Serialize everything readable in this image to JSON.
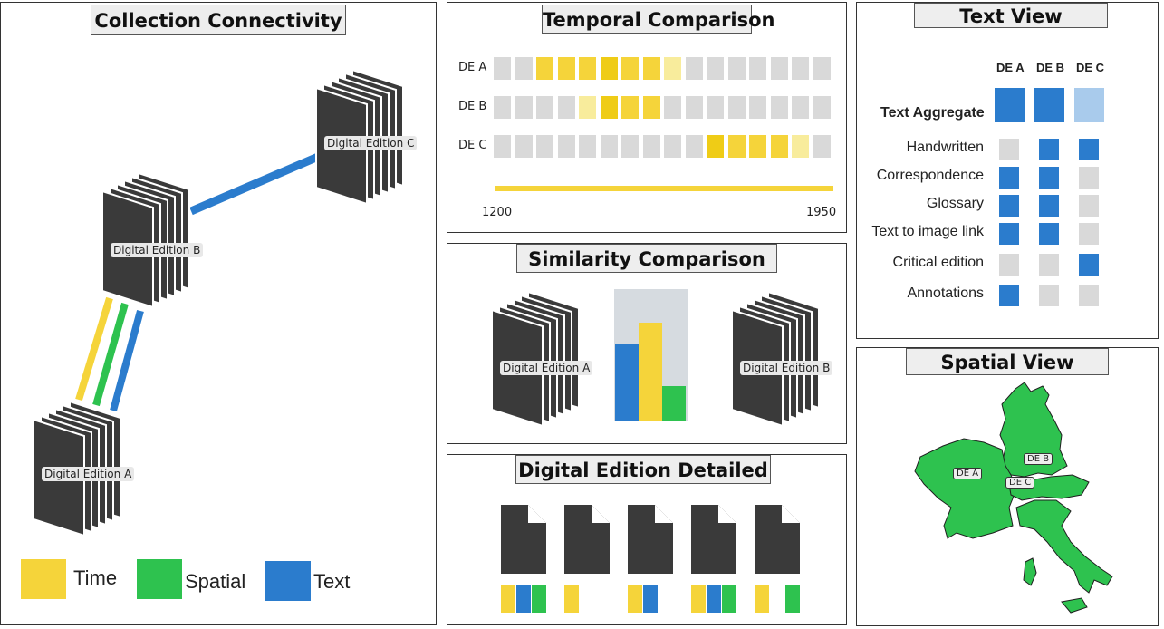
{
  "colors": {
    "time": "#f5d43a",
    "time_strong": "#efcc16",
    "time_light": "#f8ec9c",
    "spatial": "#2ec24f",
    "text": "#2b7ccd",
    "text_light": "#a9cbec",
    "inactive": "#d9d9d9",
    "book": "#3a3a3a",
    "map_green": "#2ec24f"
  },
  "panels": {
    "connectivity": {
      "title": "Collection Connectivity"
    },
    "temporal": {
      "title": "Temporal Comparison"
    },
    "similarity": {
      "title": "Similarity Comparison"
    },
    "detailed": {
      "title": "Digital Edition Detailed"
    },
    "textview": {
      "title": "Text View"
    },
    "spatial": {
      "title": "Spatial View"
    }
  },
  "editions": {
    "a": "Digital Edition A",
    "b": "Digital Edition B",
    "c": "Digital Edition C"
  },
  "legend": [
    {
      "label": "Time",
      "color": "#f5d43a"
    },
    {
      "label": "Spatial",
      "color": "#2ec24f"
    },
    {
      "label": "Text",
      "color": "#2b7ccd"
    }
  ],
  "temporal": {
    "rows": [
      {
        "label": "DE A",
        "cells": [
          0,
          0,
          2,
          2,
          2,
          3,
          2,
          2,
          1,
          0,
          0,
          0,
          0,
          0,
          0,
          0
        ]
      },
      {
        "label": "DE B",
        "cells": [
          0,
          0,
          0,
          0,
          1,
          3,
          2,
          2,
          0,
          0,
          0,
          0,
          0,
          0,
          0,
          0
        ]
      },
      {
        "label": "DE C",
        "cells": [
          0,
          0,
          0,
          0,
          0,
          0,
          0,
          0,
          0,
          0,
          3,
          2,
          2,
          2,
          1,
          0
        ]
      }
    ],
    "axis_start": "1200",
    "axis_end": "1950"
  },
  "similarity": {
    "bars": [
      {
        "series": "Text",
        "value": 0.58
      },
      {
        "series": "Time",
        "value": 0.75
      },
      {
        "series": "Spatial",
        "value": 0.27
      }
    ]
  },
  "detailed": {
    "documents": [
      {
        "tags": [
          "time",
          "text",
          "spatial"
        ]
      },
      {
        "tags": [
          "time"
        ]
      },
      {
        "tags": [
          "time",
          "text"
        ]
      },
      {
        "tags": [
          "time",
          "text",
          "spatial"
        ]
      },
      {
        "tags": [
          "time",
          "spatial"
        ]
      }
    ]
  },
  "textview": {
    "columns": [
      "DE A",
      "DE B",
      "DE C"
    ],
    "aggregate": {
      "label": "Text Aggregate",
      "values": [
        "full",
        "full",
        "light"
      ]
    },
    "features": [
      {
        "label": "Handwritten",
        "values": [
          0,
          1,
          1
        ]
      },
      {
        "label": "Correspondence",
        "values": [
          1,
          1,
          0
        ]
      },
      {
        "label": "Glossary",
        "values": [
          1,
          1,
          0
        ]
      },
      {
        "label": "Text to image link",
        "values": [
          1,
          1,
          0
        ]
      },
      {
        "label": "Critical edition",
        "values": [
          0,
          0,
          1
        ]
      },
      {
        "label": "Annotations",
        "values": [
          1,
          0,
          0
        ]
      }
    ]
  },
  "spatial": {
    "markers": [
      {
        "label": "DE A"
      },
      {
        "label": "DE B"
      },
      {
        "label": "DE C"
      }
    ]
  }
}
